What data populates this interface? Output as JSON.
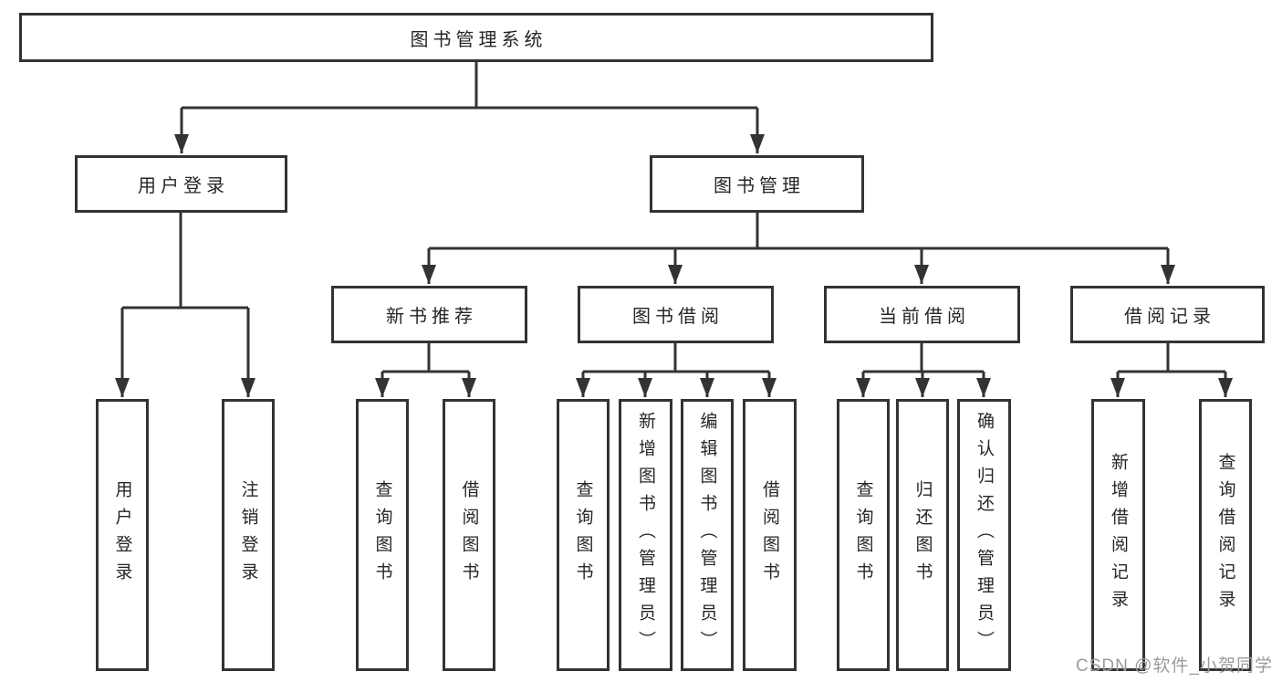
{
  "diagram": {
    "root": {
      "label": "图书管理系统"
    },
    "level2": {
      "user_login": {
        "label": "用户登录"
      },
      "book_management": {
        "label": "图书管理"
      }
    },
    "level3": {
      "new_book_recommend": {
        "label": "新书推荐"
      },
      "book_borrow": {
        "label": "图书借阅"
      },
      "current_borrow": {
        "label": "当前借阅"
      },
      "borrow_records": {
        "label": "借阅记录"
      }
    },
    "leaves": {
      "user_login": [
        "用户登录",
        "注销登录"
      ],
      "new_book_recommend": [
        "查询图书",
        "借阅图书"
      ],
      "book_borrow": [
        "查询图书",
        "新增图书（管理员）",
        "编辑图书（管理员）",
        "借阅图书"
      ],
      "current_borrow": [
        "查询图书",
        "归还图书",
        "确认归还（管理员）"
      ],
      "borrow_records": [
        "新增借阅记录",
        "查询借阅记录"
      ]
    }
  },
  "watermark": {
    "text": "CSDN @软件_小贺同学"
  },
  "colors": {
    "line": "#333333",
    "text": "#262626",
    "watermark": "#9b9b9b",
    "background": "#ffffff"
  }
}
